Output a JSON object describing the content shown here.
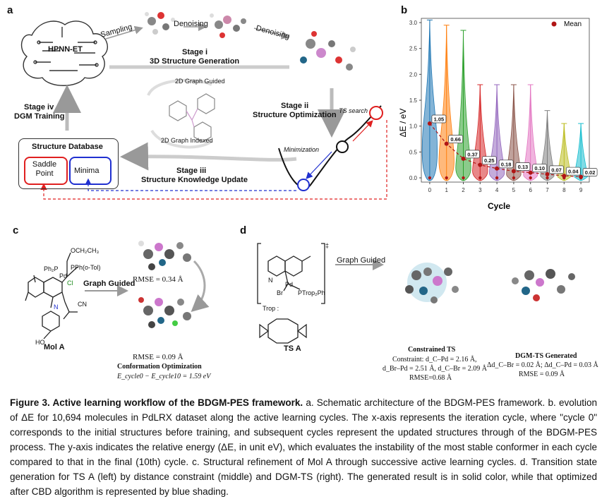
{
  "panels": {
    "a": "a",
    "b": "b",
    "c": "c",
    "d": "d"
  },
  "panel_a": {
    "hpnn": "HPNN-ET",
    "sampling": "Sampling",
    "denoising1": "Denoising",
    "denoising2": "Denoising",
    "stage_i_title": "Stage i",
    "stage_i_desc": "3D Structure Generation",
    "graph_guided": "2D Graph Guided",
    "graph_indexed": "2D Graph Indexed",
    "stage_ii_title": "Stage ii",
    "stage_ii_desc": "Structure Optimization",
    "ts_search": "TS search",
    "minimization": "Minimization",
    "stage_iii_title": "Stage iii",
    "stage_iii_desc": "Structure Knowledge Update",
    "stage_iv_title": "Stage iv",
    "stage_iv_desc": "DGM Training",
    "db_title": "Structure Database",
    "saddle": "Saddle Point",
    "minima": "Minima"
  },
  "chart_data": {
    "type": "violin",
    "title": "",
    "xlabel": "Cycle",
    "ylabel": "ΔE / eV",
    "ylim": [
      0,
      3.0
    ],
    "yticks": [
      "0.0",
      "0.5",
      "1.0",
      "1.5",
      "2.0",
      "2.5",
      "3.0"
    ],
    "categories": [
      "0",
      "1",
      "2",
      "3",
      "4",
      "5",
      "6",
      "7",
      "8",
      "9"
    ],
    "series": [
      {
        "name": "Mean",
        "values": [
          1.05,
          0.66,
          0.37,
          0.25,
          0.18,
          0.13,
          0.1,
          0.07,
          0.04,
          0.02
        ]
      }
    ],
    "max_values": [
      3.05,
      2.95,
      2.85,
      1.8,
      1.8,
      1.8,
      1.8,
      1.3,
      1.05,
      1.05
    ],
    "mean_labels": [
      "1.05",
      "0.66",
      "0.37",
      "0.25",
      "0.18",
      "0.13",
      "0.10",
      "0.07",
      "0.04",
      "0.02"
    ],
    "colors": [
      "#1f77b4",
      "#ff7f0e",
      "#2ca02c",
      "#d62728",
      "#9467bd",
      "#8c564b",
      "#e377c2",
      "#7f7f7f",
      "#bcbd22",
      "#17becf"
    ],
    "legend_position": "top-right",
    "grid": false
  },
  "panel_c": {
    "top_left": "OCH₂CH₃",
    "ph2p": "Ph₂P",
    "ppho": "PPh(o-Tol)",
    "pd": "Pd",
    "cl": "Cl",
    "n": "N",
    "h": "H",
    "cn": "CN",
    "ho": "HO",
    "o": "O",
    "mol": "Mol A",
    "graph_guided": "Graph Guided",
    "rmse_top": "RMSE = 0.34 Å",
    "rmse_bottom": "RMSE = 0.09 Å",
    "conf_opt": "Conformation Optimization",
    "energy": "E_cycle0 − E_cycle10 = 1.59 eV"
  },
  "panel_d": {
    "graph_guided": "Graph Guided",
    "dagger": "‡",
    "pd": "Pd",
    "br": "Br",
    "ptrop": "PTrop₂Ph",
    "n": "N",
    "trop": "Trop :",
    "ts": "TS A",
    "constrained_title": "Constrained TS",
    "constraint_line1": "Constraint: d_C–Pd = 2.16 Å,",
    "constraint_line2": "d_Br–Pd = 2.51 Å, d_C–Br = 2.09 Å",
    "constraint_rmse": "RMSE=0.68 Å",
    "dgm_title": "DGM-TS Generated",
    "dgm_line1": "Δd_C–Br = 0.02 Å; Δd_C–Pd = 0.03 Å",
    "dgm_rmse": "RMSE = 0.09 Å"
  },
  "caption": {
    "heading": "Figure 3. Active learning workflow of the BDGM-PES framework.",
    "body": " a. Schematic architecture of the BDGM-PES framework. b. evolution of ΔE for 10,694 molecules in PdLRX dataset along the active learning cycles. The x-axis represents the iteration cycle, where \"cycle 0\" corresponds to the initial structures before training, and subsequent cycles represent the updated structures through of the BDGM-PES process. The y-axis indicates the relative energy (ΔE, in unit eV), which evaluates the instability of the most stable conformer in each cycle compared to that in the final (10th) cycle. c. Structural refinement of Mol A through successive active learning cycles. d. Transition state generation for TS A (left) by distance constraint (middle) and DGM-TS (right). The generated result is in solid color, while that optimized after CBD algorithm is represented by blue shading."
  }
}
